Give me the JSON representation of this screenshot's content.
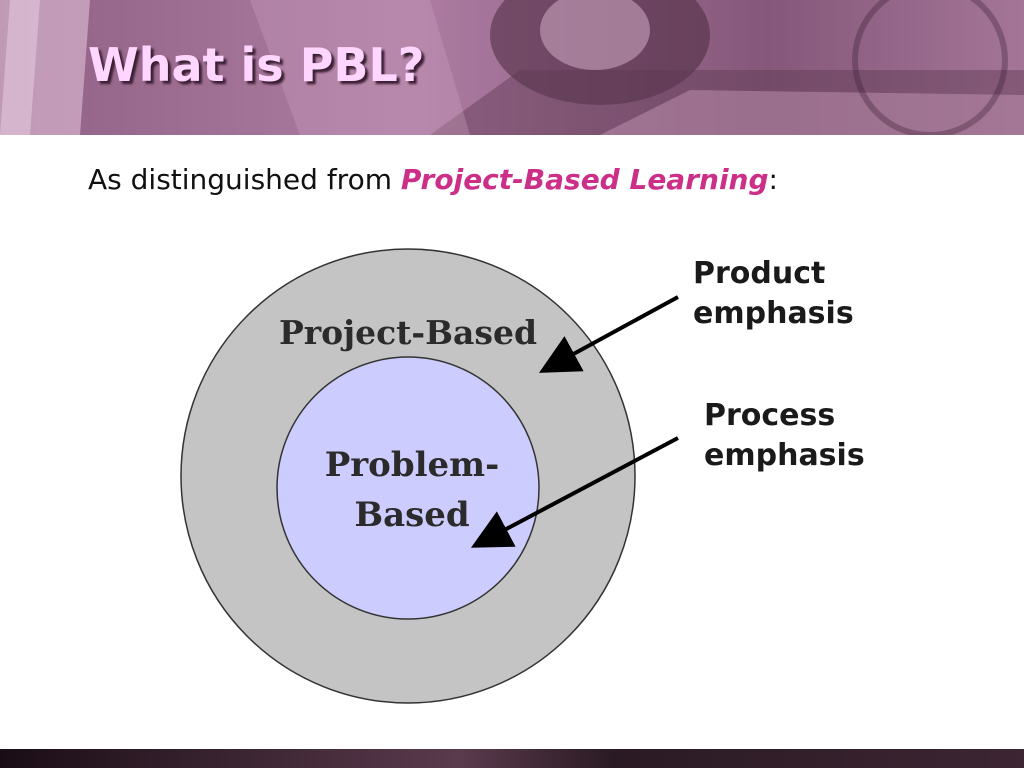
{
  "slide": {
    "title": "What is PBL?",
    "subtitle_prefix": "As distinguished from ",
    "subtitle_emphasis": "Project-Based Learning",
    "subtitle_suffix": ":"
  },
  "diagram": {
    "outer_circle_label": "Project-Based",
    "inner_circle_label_line1": "Problem-",
    "inner_circle_label_line2": "Based",
    "callouts": [
      {
        "line1": "Product",
        "line2": "emphasis"
      },
      {
        "line1": "Process",
        "line2": "emphasis"
      }
    ]
  },
  "colors": {
    "title": "#ffd6ff",
    "emphasis": "#cc2f88",
    "outer_circle": "#c4c4c4",
    "inner_circle": "#ccccff"
  }
}
